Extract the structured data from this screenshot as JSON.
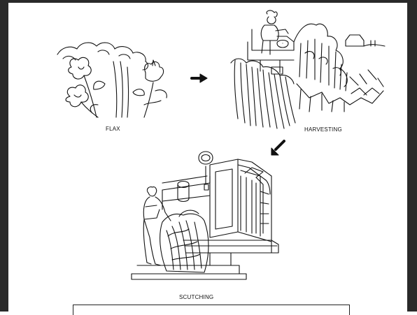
{
  "steps": {
    "flax": {
      "label": "FLAX"
    },
    "harvesting": {
      "label": "HARVESTING"
    },
    "scutching": {
      "label": "SCUTCHING"
    }
  },
  "colors": {
    "frame": "#2a2a2a",
    "ink": "#111111",
    "paper": "#ffffff"
  }
}
